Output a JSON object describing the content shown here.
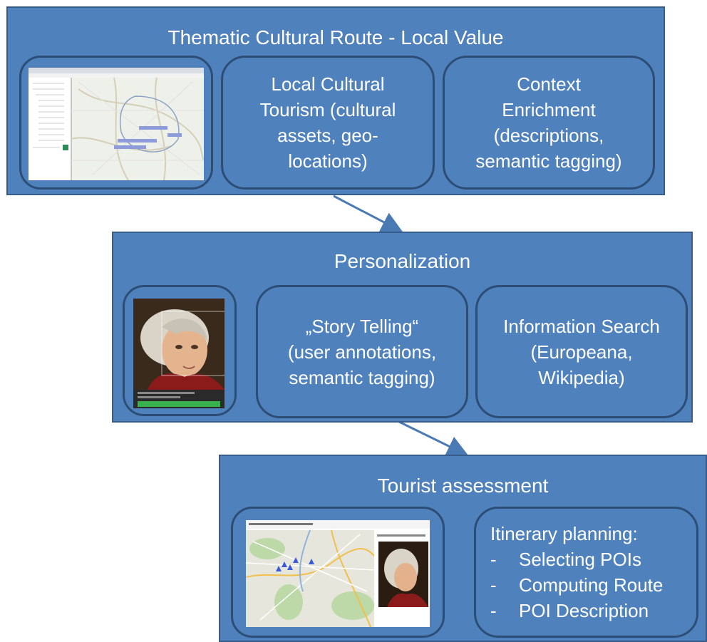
{
  "panels": {
    "top": {
      "title": "Thematic Cultural Route - Local Value",
      "cards": [
        {
          "lines": [
            "Local Cultural",
            "Tourism (cultural",
            "assets, geo-",
            "locations)"
          ]
        },
        {
          "lines": [
            "Context",
            "Enrichment",
            "(descriptions,",
            "semantic tagging)"
          ]
        }
      ]
    },
    "middle": {
      "title": "Personalization",
      "cards": [
        {
          "lines": [
            "„Story Telling“",
            "(user annotations,",
            "semantic tagging)"
          ]
        },
        {
          "lines": [
            "Information Search",
            "(Europeana,",
            "Wikipedia)"
          ]
        }
      ]
    },
    "bottom": {
      "title": "Tourist assessment",
      "list_title": "Itinerary planning:",
      "list": [
        {
          "bullet": "-",
          "text": "Selecting POIs"
        },
        {
          "bullet": "-",
          "text": "Computing Route"
        },
        {
          "bullet": "-",
          "text": "POI Description"
        }
      ]
    }
  },
  "colors": {
    "panel": "#4f81bd",
    "panel_border": "#385d8a",
    "card_border": "#2c4d75",
    "text": "#ffffff",
    "arrow": "#4a7ab3"
  }
}
